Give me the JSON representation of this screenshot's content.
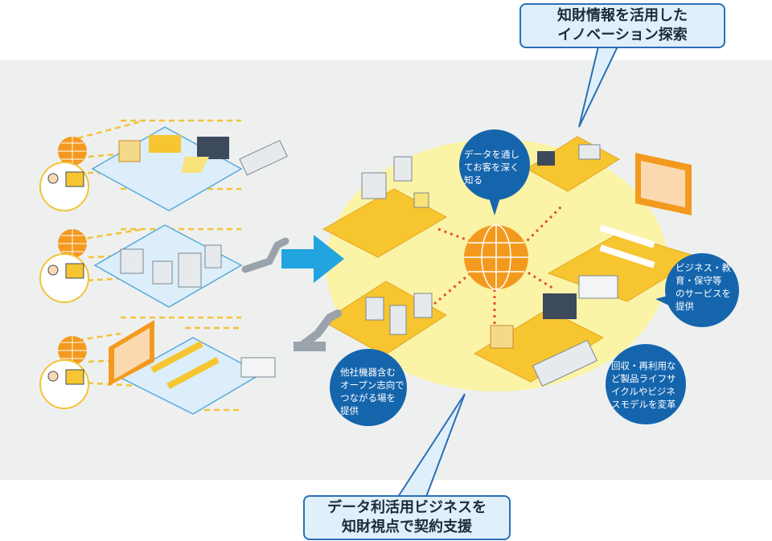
{
  "callouts": {
    "top": {
      "line1": "知財情報を活用した",
      "line2": "イノベーション探索"
    },
    "bottom": {
      "line1": "データ利活用ビジネスを",
      "line2": "知財視点で契約支援"
    }
  },
  "bubbles": {
    "customer": {
      "lines": [
        "データを通し",
        "てお客を深く",
        "知る"
      ]
    },
    "services": {
      "lines": [
        "ビジネス・教",
        "育・保守等",
        "のサービスを",
        "提供"
      ]
    },
    "open": {
      "lines": [
        "他社機器含む",
        "オープン志向で",
        "つながる場を",
        "提供"
      ]
    },
    "recycle": {
      "lines": [
        "回収・再利用な",
        "ど製品ライフサ",
        "イクルやビジネ",
        "スモデルを変革"
      ]
    }
  },
  "colors": {
    "band": "#eef0f0",
    "callout_fill": "#dff0fb",
    "callout_border": "#2b6fb5",
    "bubble": "#1565ad",
    "yellow_glow": "#fbf3a6",
    "platform": "#f7c530",
    "globe": "#f39a1e",
    "arrow": "#22a4df",
    "room_fill": "#dbeef9",
    "room_border": "#5aaad9",
    "dotted": "#e2562c"
  },
  "icons": {
    "globe": "globe-icon",
    "user": "person-at-monitor-icon",
    "arrow": "right-arrow-icon"
  }
}
